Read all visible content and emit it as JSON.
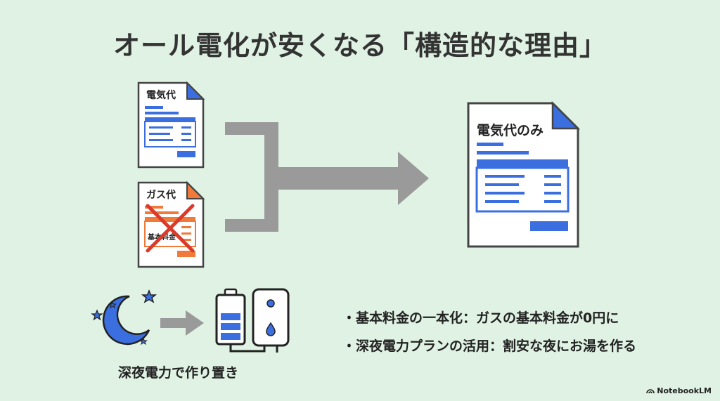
{
  "title": "オール電化が安くなる「構造的な理由」",
  "documents": {
    "electric_bill": "電気代",
    "gas_bill": "ガス代",
    "gas_basic_fee": "基本料金",
    "electric_only": "電気代のみ"
  },
  "bullets": [
    "・基本料金の一本化：ガスの基本料金が0円に",
    "・深夜電力プランの活用：割安な夜にお湯を作る"
  ],
  "caption": "深夜電力で作り置き",
  "brand": "NotebookLM",
  "colors": {
    "background": "#dff2e3",
    "blue": "#3b6fe0",
    "orange": "#f07a3a",
    "gray": "#9a9a9a",
    "red": "#d93a2a"
  }
}
